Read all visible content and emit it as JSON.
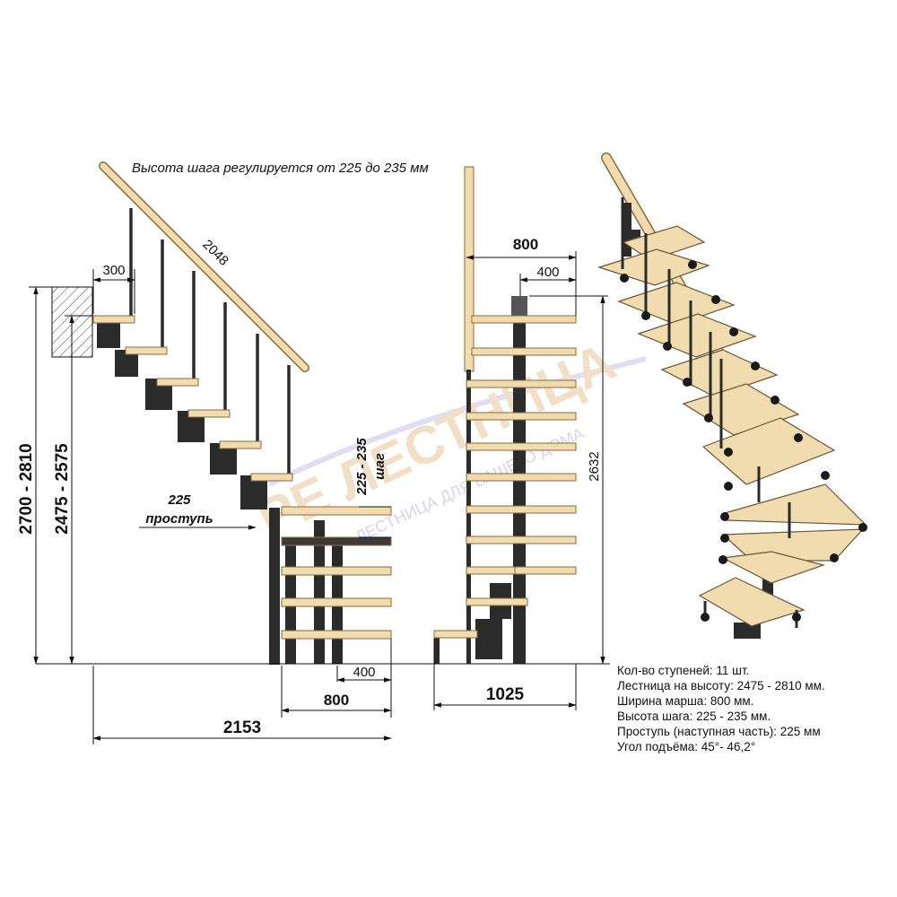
{
  "note": "Высота шага регулируется от 225 до 235 мм",
  "side_view": {
    "handrail_length": "2048",
    "tread_offset": "300",
    "total_height": "2700 - 2810",
    "stair_height": "2475 - 2575",
    "going_value": "225",
    "going_label": "проступь",
    "rise_value": "225 - 235",
    "rise_label": "шаг",
    "bottom_width_800": "800",
    "bottom_width_400": "400",
    "total_length": "2153"
  },
  "front_view": {
    "width_800": "800",
    "width_400": "400",
    "height": "2632",
    "depth": "1025"
  },
  "watermark": {
    "brand": "РЕ ЛЕСТНИЦА",
    "tagline": "ЛЕСТНИЦА ДЛЯ ВАШЕГО ДОМА"
  },
  "specs": [
    "Кол-во ступеней: 11 шт.",
    "Лестница на высоту: 2475 - 2810 мм.",
    "Ширина марша: 800 мм.",
    "Высота шага: 225 - 235 мм.",
    "Проступь (наступная часть): 225 мм",
    "Угол подъёма: 45°- 46,2°"
  ],
  "colors": {
    "wood": "#f0dcae",
    "wood_edge": "#8a6a3a",
    "metal": "#2b2b2b",
    "line": "#111111",
    "watermark": "#e9d6b8"
  }
}
